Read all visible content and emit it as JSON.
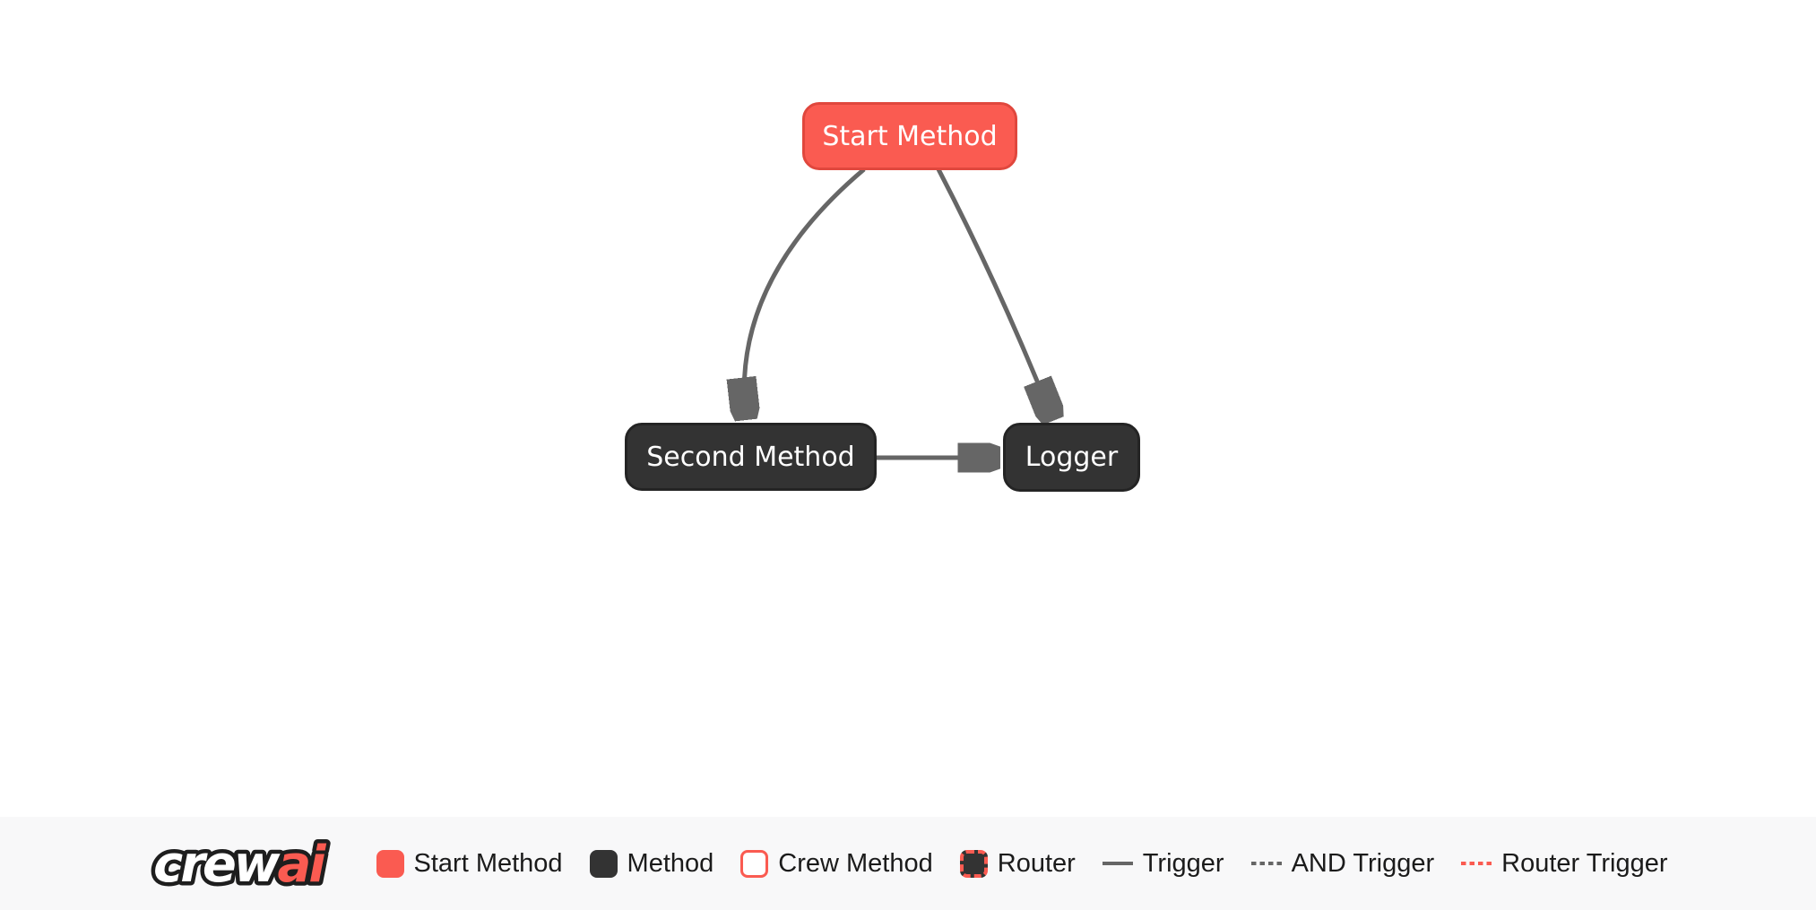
{
  "colors": {
    "start_fill": "#FA5B51",
    "start_border": "#E0473D",
    "method_fill": "#333333",
    "method_border": "#242424",
    "edge": "#666666",
    "canvas_bg": "#FFFFFF",
    "footer_bg": "#F8F8F9",
    "legend_text": "#1B1B1B",
    "node_text": "#FFFFFF"
  },
  "diagram": {
    "nodes": [
      {
        "label": "Start Method",
        "type": "start"
      },
      {
        "label": "Second Method",
        "type": "method"
      },
      {
        "label": "Logger",
        "type": "method"
      }
    ],
    "edges": [
      {
        "from": "Start Method",
        "to": "Second Method",
        "type": "trigger"
      },
      {
        "from": "Start Method",
        "to": "Logger",
        "type": "trigger"
      },
      {
        "from": "Second Method",
        "to": "Logger",
        "type": "trigger"
      }
    ]
  },
  "footer": {
    "logo": {
      "part1": "crew",
      "part2": "ai"
    },
    "legend": [
      {
        "label": "Start Method",
        "swatch": "start"
      },
      {
        "label": "Method",
        "swatch": "method"
      },
      {
        "label": "Crew Method",
        "swatch": "crew"
      },
      {
        "label": "Router",
        "swatch": "router"
      },
      {
        "label": "Trigger",
        "swatch": "line-solid"
      },
      {
        "label": "AND Trigger",
        "swatch": "line-dashed"
      },
      {
        "label": "Router Trigger",
        "swatch": "line-dashed-red"
      }
    ]
  }
}
